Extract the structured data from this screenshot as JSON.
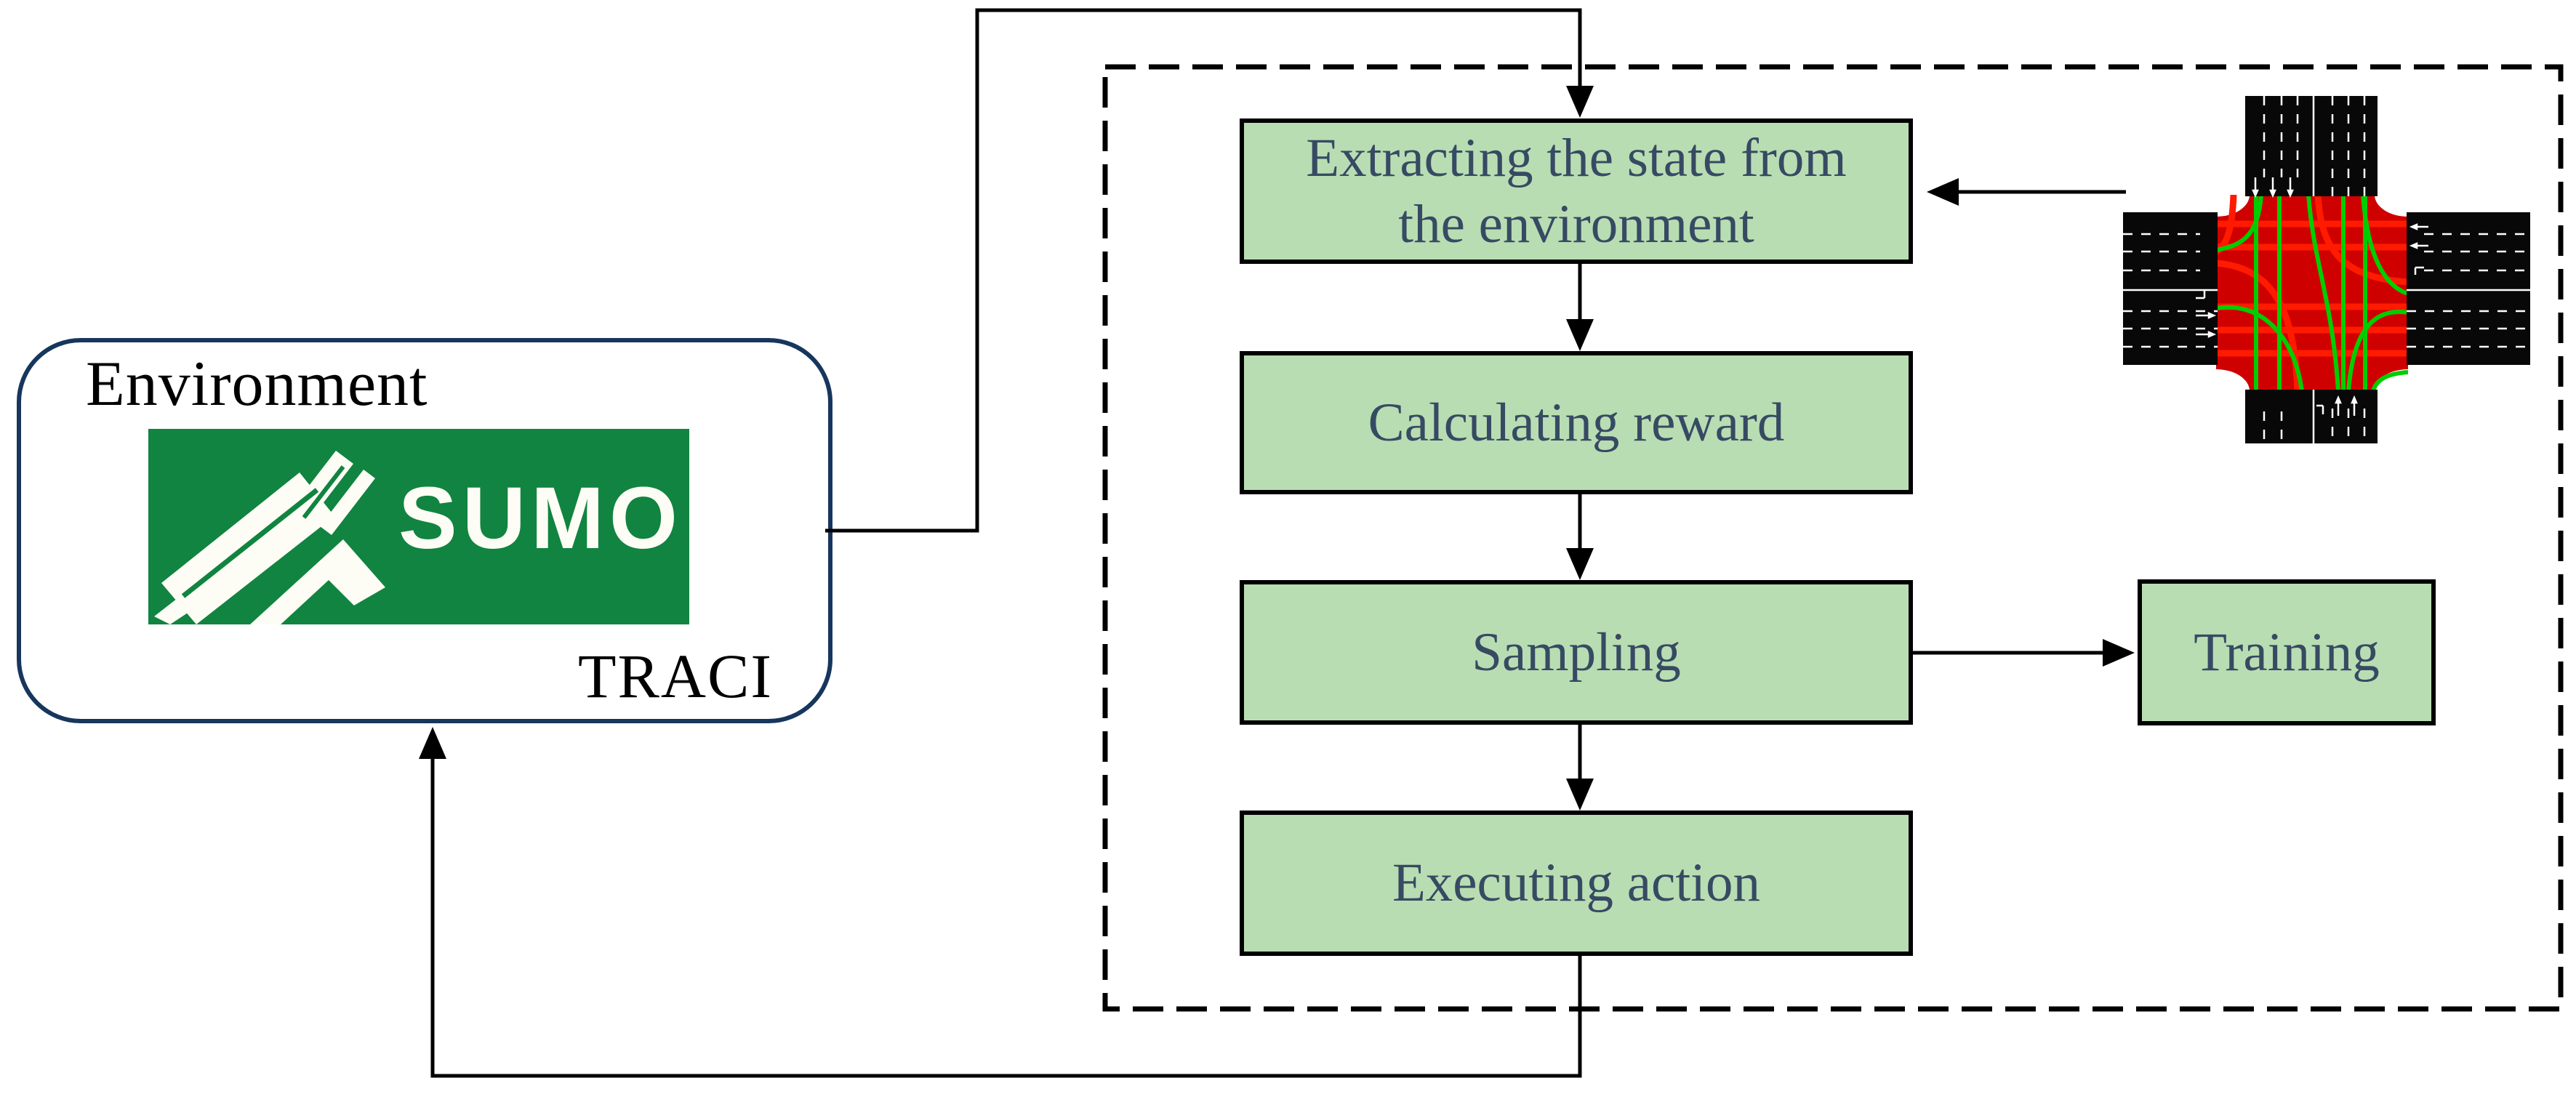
{
  "diagram": {
    "environment": {
      "title": "Environment",
      "logo_text": "SUMO",
      "traci_label": "TRACI"
    },
    "flow": {
      "extract_line1": "Extracting the state from",
      "extract_line2": "the environment",
      "calculating": "Calculating reward",
      "sampling": "Sampling",
      "executing": "Executing action",
      "training": "Training"
    },
    "colors": {
      "flow_box_fill": "#b9ddb2",
      "flow_box_text": "#374a63",
      "environment_border": "#17365d",
      "sumo_green": "#108440",
      "connector_black": "#000000",
      "junction_red": "#cf0000",
      "junction_stripe_red": "#ff1a00",
      "junction_trajectory_green": "#00cd00",
      "road_black": "#080808"
    }
  }
}
